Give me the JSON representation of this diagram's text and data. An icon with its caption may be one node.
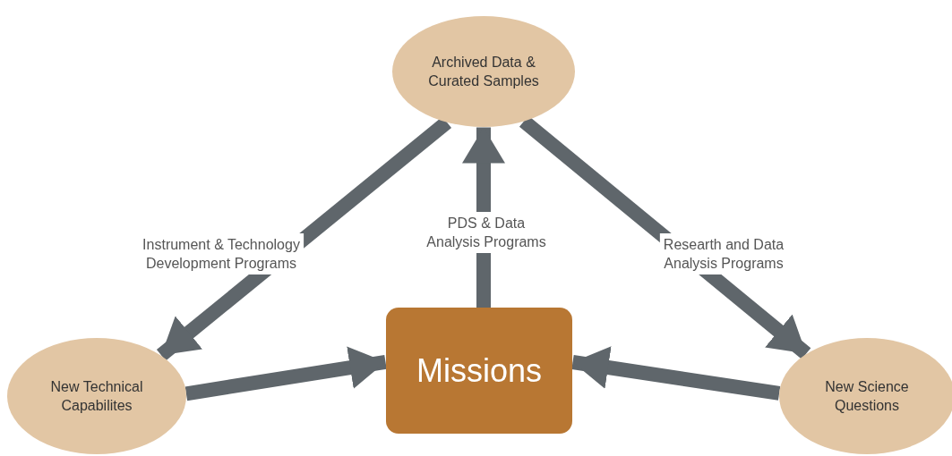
{
  "diagram": {
    "nodes": [
      {
        "text": [
          "Archived Data & Curated Samples"
        ]
      },
      {
        "text": [
          "New Technical Capabilites"
        ]
      },
      {
        "text": [
          "Missions"
        ]
      },
      {
        "text": [
          "New Science Questions"
        ]
      }
    ],
    "edges": [
      {
        "from": 0,
        "to": 1,
        "arrow": "to",
        "label": "Instrument & Technology Development Programs"
      },
      {
        "from": 2,
        "to": 0,
        "arrow": "to",
        "label": "PDS & Data Analysis Programs"
      },
      {
        "from": 0,
        "to": 3,
        "arrow": "to",
        "label": "Researth and Data Analysis Programs"
      },
      {
        "from": 1,
        "to": 2,
        "arrow": "to"
      },
      {
        "from": 3,
        "to": 2,
        "arrow": "to"
      }
    ]
  }
}
